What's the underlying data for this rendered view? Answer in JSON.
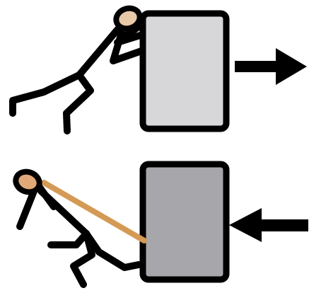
{
  "panels": [
    {
      "id": "push",
      "box_color": "#d7d7d9",
      "head_color": "#e8c9a8",
      "direction": "right"
    },
    {
      "id": "pull",
      "box_color": "#a7a7ab",
      "head_color": "#e1a878",
      "rope_color": "#d49a55",
      "direction": "left"
    }
  ],
  "colors": {
    "outline": "#000000",
    "background": "#ffffff"
  },
  "icons": {
    "top_arrow": "arrow-right-icon",
    "bottom_arrow": "arrow-left-icon"
  }
}
